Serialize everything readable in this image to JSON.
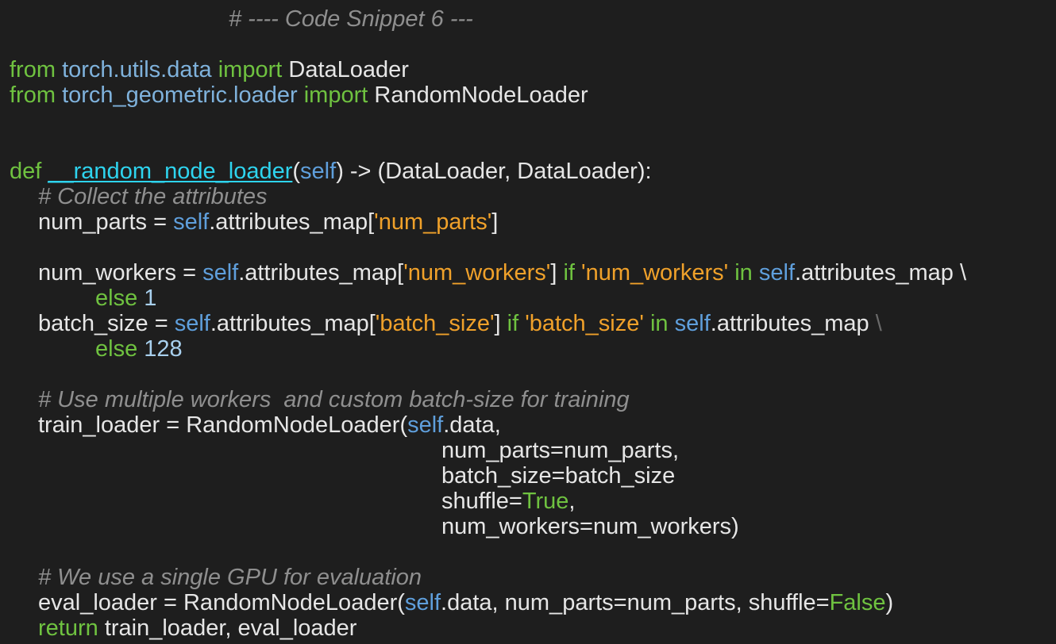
{
  "lines": [
    [
      {
        "t": "# ---- Code Snippet 6 ---",
        "c": "comment"
      }
    ],
    [],
    [
      {
        "t": "from",
        "c": "kw"
      },
      {
        "t": " "
      },
      {
        "t": "torch.utils.data",
        "c": "mod"
      },
      {
        "t": " "
      },
      {
        "t": "import",
        "c": "kw"
      },
      {
        "t": " DataLoader"
      }
    ],
    [
      {
        "t": "from",
        "c": "kw"
      },
      {
        "t": " "
      },
      {
        "t": "torch_geometric.loader",
        "c": "mod"
      },
      {
        "t": " "
      },
      {
        "t": "import",
        "c": "kw"
      },
      {
        "t": " RandomNodeLoader"
      }
    ],
    [],
    [],
    [
      {
        "t": "def",
        "c": "kw"
      },
      {
        "t": " "
      },
      {
        "t": "__random_node_loader",
        "c": "fn"
      },
      {
        "t": "("
      },
      {
        "t": "self",
        "c": "self"
      },
      {
        "t": ") -> (DataLoader, DataLoader):"
      }
    ],
    [
      {
        "t": "# Collect the attributes",
        "c": "comment"
      }
    ],
    [
      {
        "t": "num_parts = "
      },
      {
        "t": "self",
        "c": "self"
      },
      {
        "t": ".attributes_map["
      },
      {
        "t": "'num_parts'",
        "c": "str"
      },
      {
        "t": "]"
      }
    ],
    [],
    [
      {
        "t": "num_workers = "
      },
      {
        "t": "self",
        "c": "self"
      },
      {
        "t": ".attributes_map["
      },
      {
        "t": "'num_workers'",
        "c": "str"
      },
      {
        "t": "] "
      },
      {
        "t": "if",
        "c": "kw"
      },
      {
        "t": " "
      },
      {
        "t": "'num_workers'",
        "c": "str"
      },
      {
        "t": " "
      },
      {
        "t": "in",
        "c": "kw"
      },
      {
        "t": " "
      },
      {
        "t": "self",
        "c": "self"
      },
      {
        "t": ".attributes_map \\"
      }
    ],
    [
      {
        "t": "else",
        "c": "kw"
      },
      {
        "t": " "
      },
      {
        "t": "1",
        "c": "num"
      }
    ],
    [
      {
        "t": "batch_size = "
      },
      {
        "t": "self",
        "c": "self"
      },
      {
        "t": ".attributes_map["
      },
      {
        "t": "'batch_size'",
        "c": "str"
      },
      {
        "t": "] "
      },
      {
        "t": "if",
        "c": "kw"
      },
      {
        "t": " "
      },
      {
        "t": "'batch_size'",
        "c": "str"
      },
      {
        "t": " "
      },
      {
        "t": "in",
        "c": "kw"
      },
      {
        "t": " "
      },
      {
        "t": "self",
        "c": "self"
      },
      {
        "t": ".attributes_map "
      },
      {
        "t": "\\",
        "c": "dim"
      }
    ],
    [
      {
        "t": "else",
        "c": "kw"
      },
      {
        "t": " "
      },
      {
        "t": "128",
        "c": "num"
      }
    ],
    [],
    [
      {
        "t": "# Use multiple workers  and custom batch-size for training",
        "c": "comment"
      }
    ],
    [
      {
        "t": "train_loader = RandomNodeLoader("
      },
      {
        "t": "self",
        "c": "self"
      },
      {
        "t": ".data,"
      }
    ],
    [
      {
        "t": "num_parts=num_parts,"
      }
    ],
    [
      {
        "t": "batch_size=batch_size"
      }
    ],
    [
      {
        "t": "shuffle="
      },
      {
        "t": "True",
        "c": "kw"
      },
      {
        "t": ","
      }
    ],
    [
      {
        "t": "num_workers=num_workers)"
      }
    ],
    [],
    [
      {
        "t": "# We use a single GPU for evaluation",
        "c": "comment"
      }
    ],
    [
      {
        "t": "eval_loader = RandomNodeLoader("
      },
      {
        "t": "self",
        "c": "self"
      },
      {
        "t": ".data, num_parts=num_parts, shuffle="
      },
      {
        "t": "False",
        "c": "kw"
      },
      {
        "t": ")"
      }
    ],
    [
      {
        "t": "return",
        "c": "kw"
      },
      {
        "t": " train_loader, eval_loader"
      }
    ]
  ]
}
